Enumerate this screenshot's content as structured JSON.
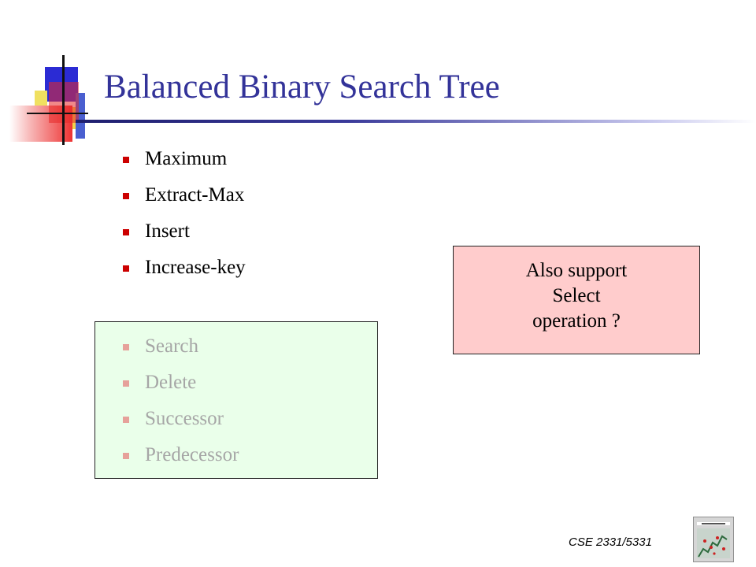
{
  "slide": {
    "title": "Balanced Binary Search Tree",
    "operations": [
      "Maximum",
      "Extract-Max",
      "Insert",
      "Increase-key"
    ],
    "bst_operations": [
      "Search",
      "Delete",
      "Successor",
      "Predecessor"
    ],
    "note_lines": [
      "Also support",
      "Select",
      "operation ?"
    ],
    "footer": "CSE 2331/5331"
  },
  "colors": {
    "title": "#333399",
    "bullet": "#cc0000",
    "bullet_faded": "#e6a19a",
    "faded_text": "#a6a6a6",
    "green_box": "#eaffea",
    "pink_box": "#ffcccc"
  },
  "icons": {
    "logo": "color-blocks-logo",
    "book": "algorithms-book-cover-icon"
  }
}
